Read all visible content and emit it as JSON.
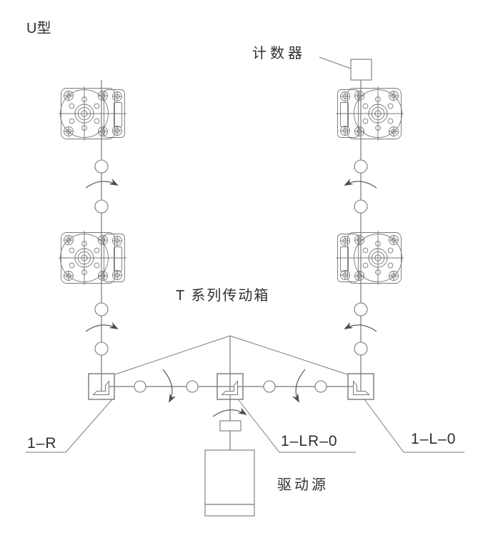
{
  "colors": {
    "background": "#ffffff",
    "line": "#77787b",
    "line_dark": "#4c4d4f",
    "text": "#2e2e30"
  },
  "title": {
    "text": "U型"
  },
  "labels": {
    "counter": "计数器",
    "t_series_gearbox": "T 系列传动箱",
    "drive_source": "驱动源",
    "model_left": "1–R",
    "model_center": "1–LR–0",
    "model_right": "1–L–0"
  }
}
